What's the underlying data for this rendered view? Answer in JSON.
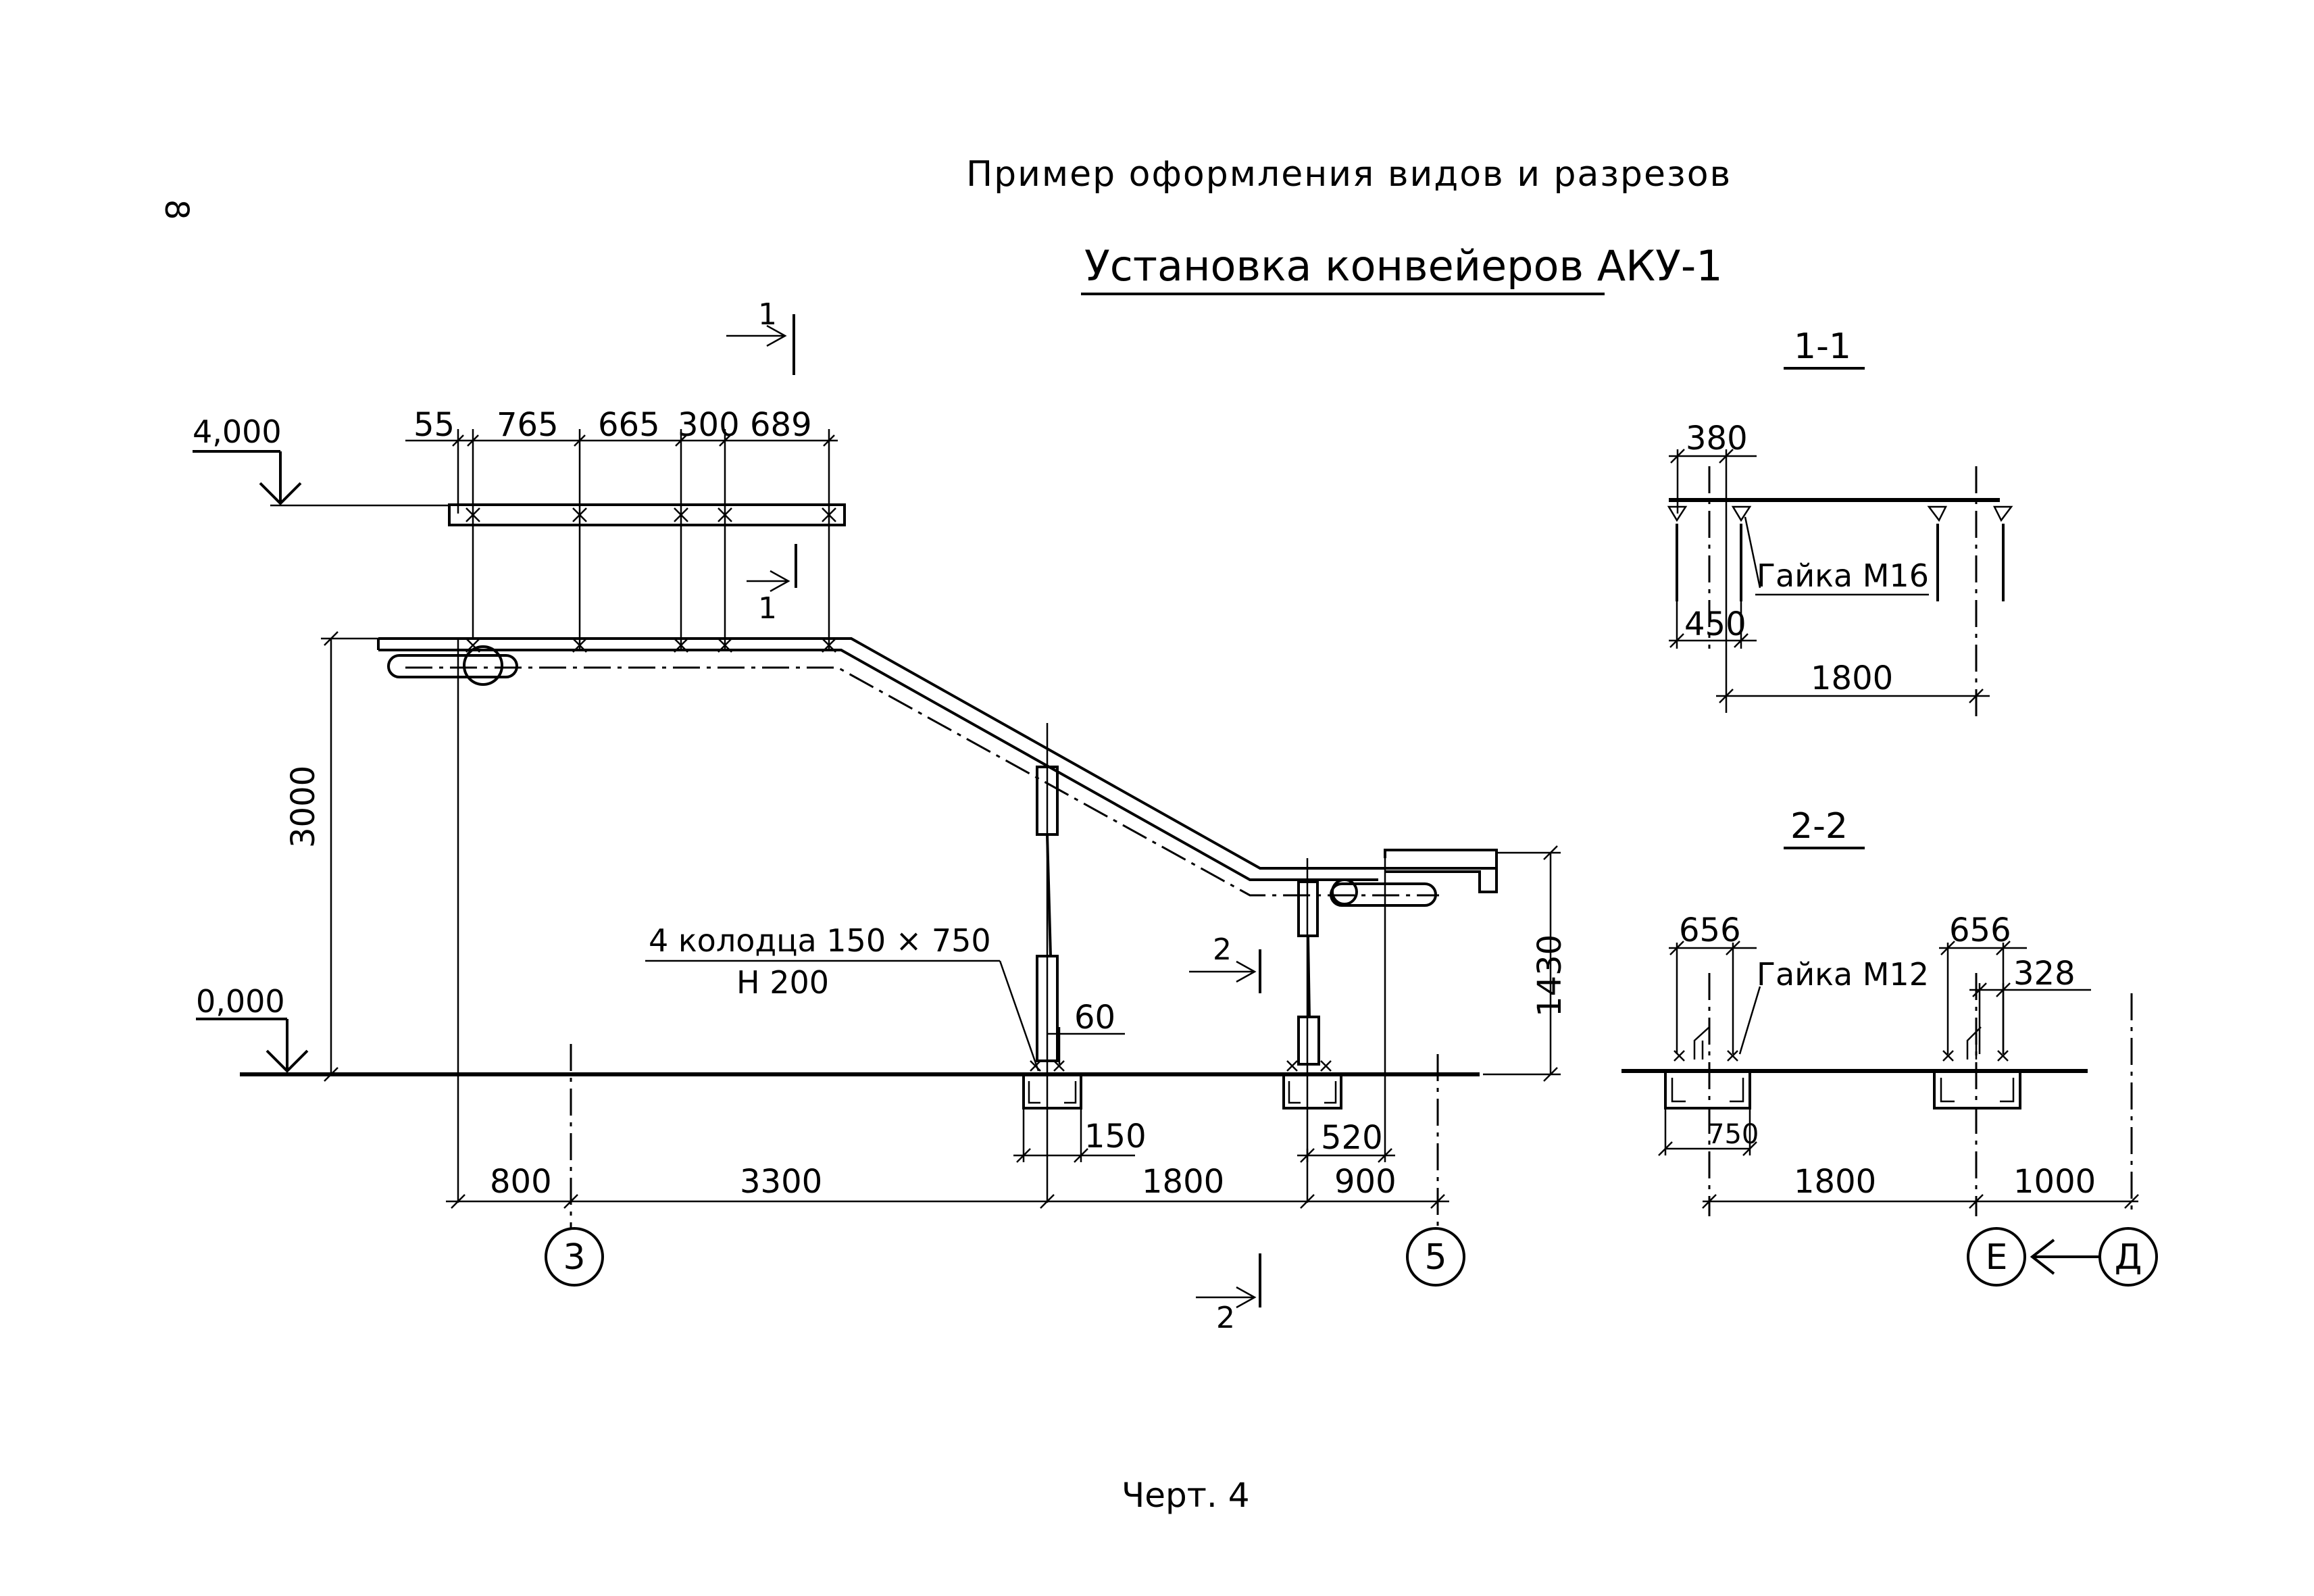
{
  "page": {
    "number": "8",
    "title": "Пример оформления видов и разрезов",
    "subtitle": "Установка конвейеров АКУ-1",
    "caption": "Черт. 4"
  },
  "elevations": {
    "top": "4,000",
    "ground": "0,000"
  },
  "main_view": {
    "top_dims": [
      "55",
      "765",
      "665",
      "300",
      "689"
    ],
    "height_left": "3000",
    "height_right": "1430",
    "well_label_1": "4 колодца 150 × 750",
    "well_label_2": "Н 200",
    "small_dims": {
      "d60": "60",
      "d150": "150",
      "d520": "520"
    },
    "bottom_dims": [
      "800",
      "3300",
      "1800",
      "900"
    ],
    "axes": [
      "3",
      "5"
    ],
    "section_marks": {
      "s1": "1",
      "s2": "2"
    }
  },
  "section_1": {
    "title": "1-1",
    "dim_380": "380",
    "dim_450": "450",
    "dim_1800": "1800",
    "nut": "Гайка М16"
  },
  "section_2": {
    "title": "2-2",
    "dim_656_a": "656",
    "dim_656_b": "656",
    "dim_328": "328",
    "dim_750": "750",
    "dim_1800": "1800",
    "dim_1000": "1000",
    "nut": "Гайка М12",
    "axes": [
      "Е",
      "Д"
    ]
  }
}
